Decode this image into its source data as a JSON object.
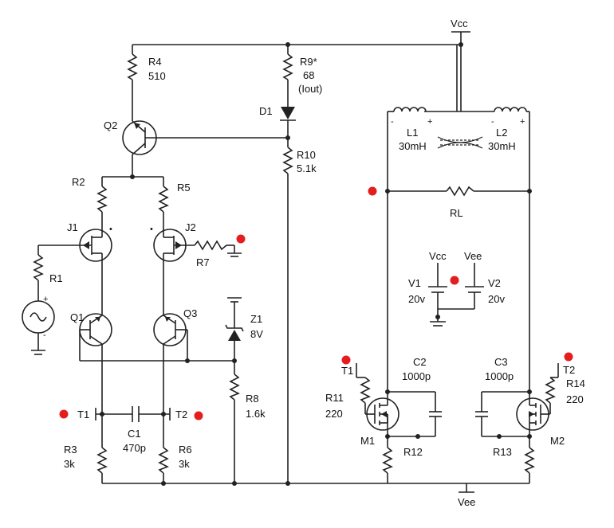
{
  "rails": {
    "vcc_top": "Vcc",
    "vee_bottom": "Vee"
  },
  "resistors": {
    "r4": {
      "name": "R4",
      "value": "510"
    },
    "r9": {
      "name": "R9*",
      "value": "68",
      "note": "(Iout)"
    },
    "r10": {
      "name": "R10",
      "value": "5.1k"
    },
    "r2": {
      "name": "R2"
    },
    "r5": {
      "name": "R5"
    },
    "r1": {
      "name": "R1"
    },
    "r7": {
      "name": "R7"
    },
    "r8": {
      "name": "R8",
      "value": "1.6k"
    },
    "r3": {
      "name": "R3",
      "value": "3k"
    },
    "r6": {
      "name": "R6",
      "value": "3k"
    },
    "rl": {
      "name": "RL"
    },
    "r11": {
      "name": "R11",
      "value": "220"
    },
    "r12": {
      "name": "R12"
    },
    "r13": {
      "name": "R13"
    },
    "r14": {
      "name": "R14",
      "value": "220"
    }
  },
  "transistors": {
    "q1": "Q1",
    "q2": "Q2",
    "q3": "Q3",
    "j1": "J1",
    "j2": "J2",
    "m1": "M1",
    "m2": "M2"
  },
  "diodes": {
    "d1": "D1",
    "z1": {
      "name": "Z1",
      "value": "8V"
    }
  },
  "capacitors": {
    "c1": {
      "name": "C1",
      "value": "470p"
    },
    "c2": {
      "name": "C2",
      "value": "1000p"
    },
    "c3": {
      "name": "C3",
      "value": "1000p"
    }
  },
  "inductors": {
    "l1": {
      "name": "L1",
      "value": "30mH"
    },
    "l2": {
      "name": "L2",
      "value": "30mH"
    }
  },
  "supplies": {
    "v1": {
      "name": "V1",
      "value": "20v",
      "rail": "Vcc"
    },
    "v2": {
      "name": "V2",
      "value": "20v",
      "rail": "Vee"
    }
  },
  "test_points": {
    "t1_left": "T1",
    "t2_left": "T2",
    "t1_right": "T1",
    "t2_right": "T2"
  },
  "polarity": {
    "plus": "+",
    "minus": "-",
    "dot": "•"
  },
  "colors": {
    "wire": "#222222",
    "marker": "#e41e1e",
    "background": "#ffffff"
  }
}
